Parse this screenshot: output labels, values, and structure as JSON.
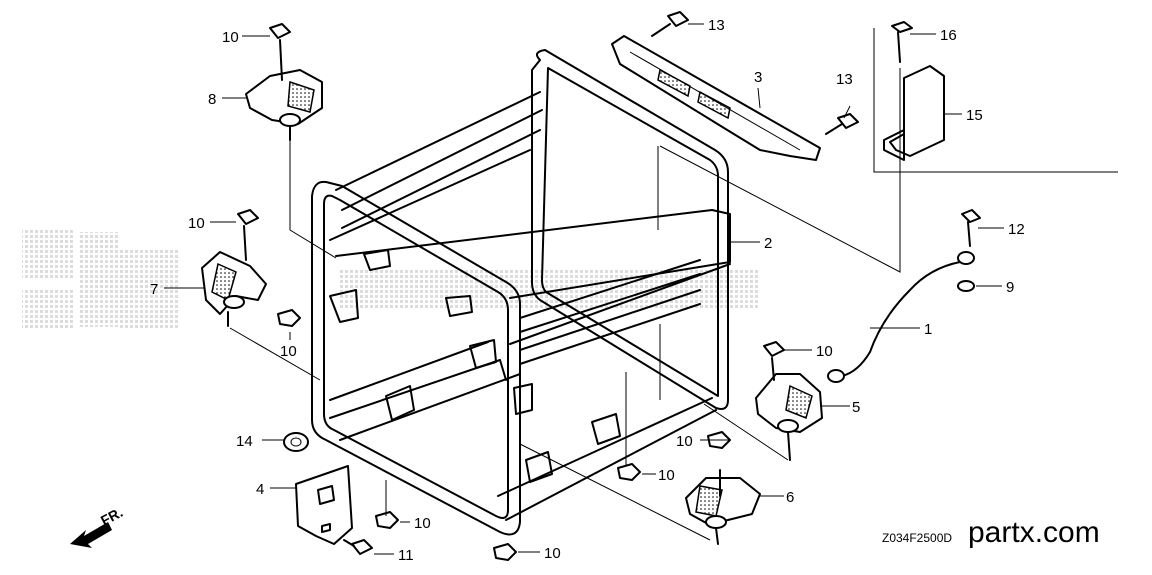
{
  "labels": {
    "p1": "1",
    "p2": "2",
    "p3": "3",
    "p4": "4",
    "p5": "5",
    "p6": "6",
    "p7": "7",
    "p8": "8",
    "p9": "9",
    "p10": "10",
    "p11": "11",
    "p12": "12",
    "p13": "13",
    "p14": "14",
    "p15": "15",
    "p16": "16"
  },
  "diagram_code": "Z034F2500D",
  "watermark": "partx.com",
  "direction": "FR.",
  "colors": {
    "ink": "#000000",
    "paper": "#ffffff",
    "watermark": "#cfcfcf"
  }
}
